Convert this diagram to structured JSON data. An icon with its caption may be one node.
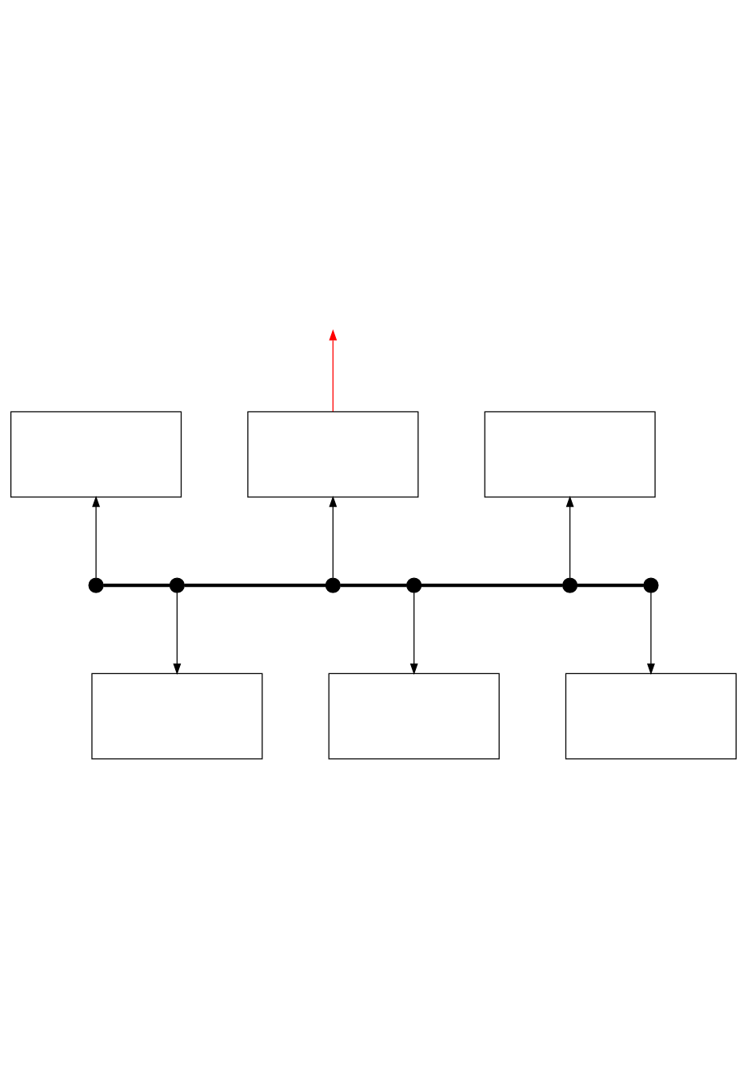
{
  "diagram": {
    "nodes": [
      {
        "text": [],
        "shape": "box"
      },
      {
        "text": [],
        "shape": "box"
      },
      {
        "text": [],
        "shape": "box"
      },
      {
        "text": [],
        "shape": "circle"
      },
      {
        "text": [],
        "shape": "circle"
      },
      {
        "text": [],
        "shape": "circle"
      },
      {
        "text": [],
        "shape": "circle"
      },
      {
        "text": [],
        "shape": "circle"
      },
      {
        "text": [],
        "shape": "circle"
      },
      {
        "text": [],
        "shape": "box"
      },
      {
        "text": [],
        "shape": "box"
      },
      {
        "text": [],
        "shape": "box"
      }
    ],
    "edges": [
      {
        "from": 3,
        "to": 4,
        "arrow": "none",
        "style": "thick"
      },
      {
        "from": 4,
        "to": 5,
        "arrow": "none",
        "style": "thick"
      },
      {
        "from": 5,
        "to": 6,
        "arrow": "none",
        "style": "thick"
      },
      {
        "from": 6,
        "to": 7,
        "arrow": "none",
        "style": "thick"
      },
      {
        "from": 7,
        "to": 8,
        "arrow": "none",
        "style": "thick"
      },
      {
        "from": 3,
        "to": 0,
        "arrow": "to"
      },
      {
        "from": 4,
        "to": 9,
        "arrow": "to"
      },
      {
        "from": 5,
        "to": 1,
        "arrow": "to"
      },
      {
        "from": 6,
        "to": 10,
        "arrow": "to"
      },
      {
        "from": 7,
        "to": 2,
        "arrow": "to"
      },
      {
        "from": 8,
        "to": 11,
        "arrow": "to"
      },
      {
        "from": 1,
        "to": null,
        "arrow": "to",
        "color": "#ff0000"
      }
    ]
  }
}
